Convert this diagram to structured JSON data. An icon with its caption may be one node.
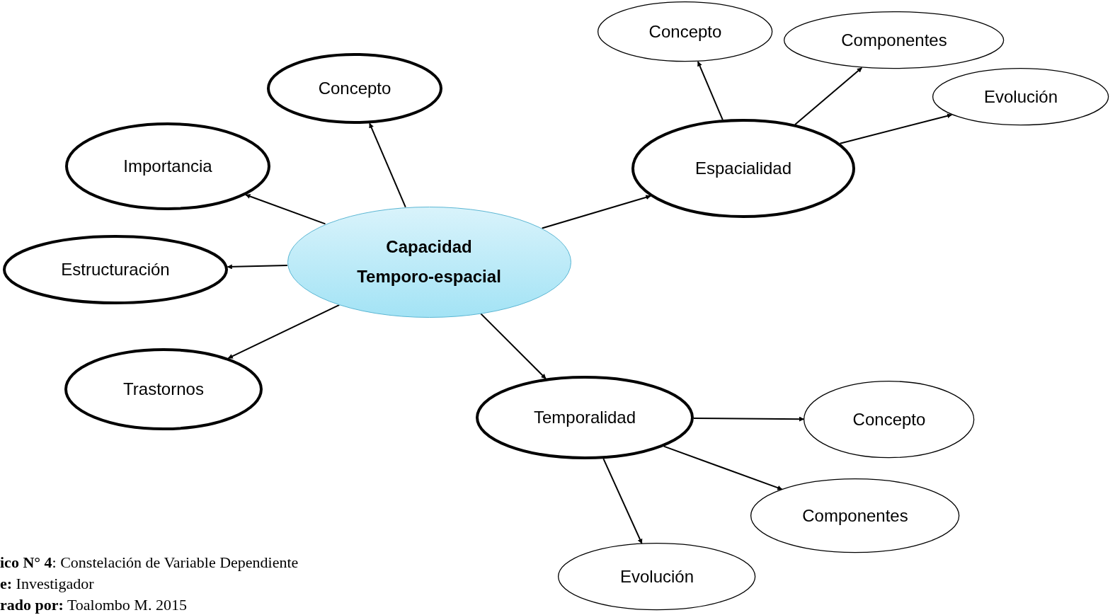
{
  "diagram": {
    "nodes": [
      {
        "text": [
          "Capacidad Temporo-espacial"
        ]
      },
      {
        "text": [
          "Concepto"
        ]
      },
      {
        "text": [
          "Importancia"
        ]
      },
      {
        "text": [
          "Estructuración"
        ]
      },
      {
        "text": [
          "Trastornos"
        ]
      },
      {
        "text": [
          "Espacialidad"
        ]
      },
      {
        "text": [
          "Concepto"
        ]
      },
      {
        "text": [
          "Componentes"
        ]
      },
      {
        "text": [
          "Evolución"
        ]
      },
      {
        "text": [
          "Temporalidad"
        ]
      },
      {
        "text": [
          "Concepto"
        ]
      },
      {
        "text": [
          "Componentes"
        ]
      },
      {
        "text": [
          "Evolución"
        ]
      }
    ],
    "edges": [
      {
        "from": 0,
        "to": 1,
        "arrow": "to"
      },
      {
        "from": 0,
        "to": 2,
        "arrow": "to"
      },
      {
        "from": 0,
        "to": 3,
        "arrow": "to"
      },
      {
        "from": 0,
        "to": 4,
        "arrow": "to"
      },
      {
        "from": 0,
        "to": 5,
        "arrow": "to"
      },
      {
        "from": 0,
        "to": 9,
        "arrow": "to"
      },
      {
        "from": 5,
        "to": 6,
        "arrow": "to"
      },
      {
        "from": 5,
        "to": 7,
        "arrow": "to"
      },
      {
        "from": 5,
        "to": 8,
        "arrow": "to"
      },
      {
        "from": 9,
        "to": 10,
        "arrow": "to"
      },
      {
        "from": 9,
        "to": 11,
        "arrow": "to"
      },
      {
        "from": 9,
        "to": 12,
        "arrow": "to"
      }
    ],
    "labels": [
      "**ico N° 4**: Constelación de Variable Dependiente",
      "**e:** Investigador",
      "**rado por:** Toalombo M. 2015"
    ]
  }
}
